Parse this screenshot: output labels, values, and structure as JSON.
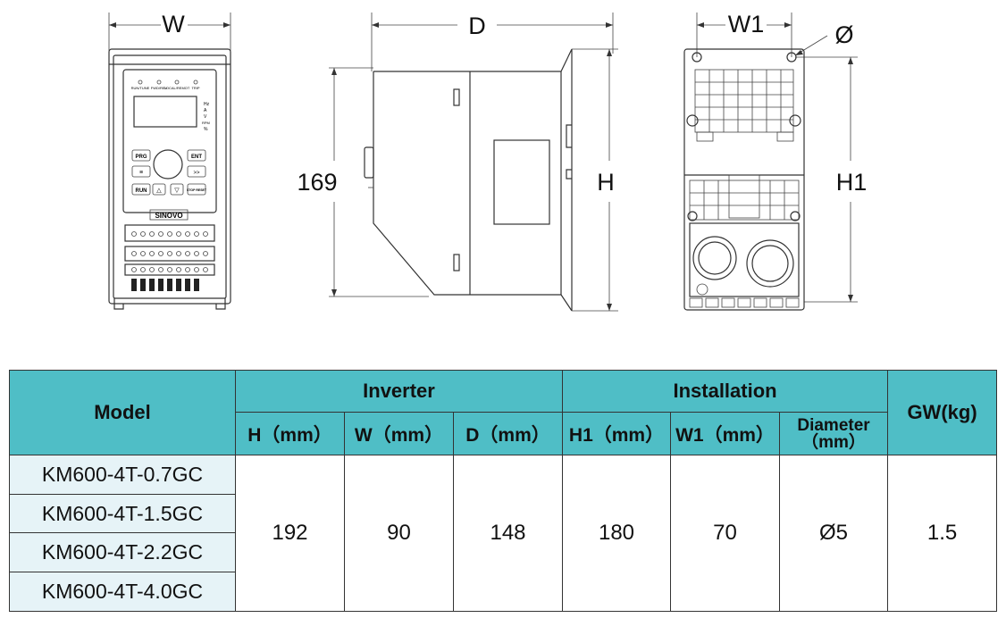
{
  "drawings": {
    "front_width_label": "W",
    "side_depth_label": "D",
    "side_height_left_label": "169",
    "side_height_right_label": "H",
    "back_w1_label": "W1",
    "back_diameter_label": "Ø",
    "back_h1_label": "H1",
    "keypad": {
      "indicators": [
        "RUN/TUNE",
        "FWD/REV",
        "LOCAL/REMOT",
        "TRIP"
      ],
      "side_units": [
        "Hz",
        "A",
        "V",
        "RPM",
        "%"
      ],
      "keys": [
        "PRG",
        "ENT",
        "≡",
        ">>",
        "RUN",
        "△",
        "▽",
        "STOP RESET"
      ],
      "brand": "SINOVO"
    }
  },
  "table": {
    "header_model": "Model",
    "group_inverter": "Inverter",
    "group_installation": "Installation",
    "header_gw": "GW(kg)",
    "sub_headers": {
      "h": "H（mm）",
      "w": "W（mm）",
      "d": "D（mm）",
      "h1": "H1（mm）",
      "w1": "W1（mm）",
      "diameter_line1": "Diameter",
      "diameter_line2": "（mm）"
    },
    "models": [
      "KM600-4T-0.7GC",
      "KM600-4T-1.5GC",
      "KM600-4T-2.2GC",
      "KM600-4T-4.0GC"
    ],
    "values": {
      "h": "192",
      "w": "90",
      "d": "148",
      "h1": "180",
      "w1": "70",
      "diameter": "Ø5",
      "gw": "1.5"
    }
  }
}
